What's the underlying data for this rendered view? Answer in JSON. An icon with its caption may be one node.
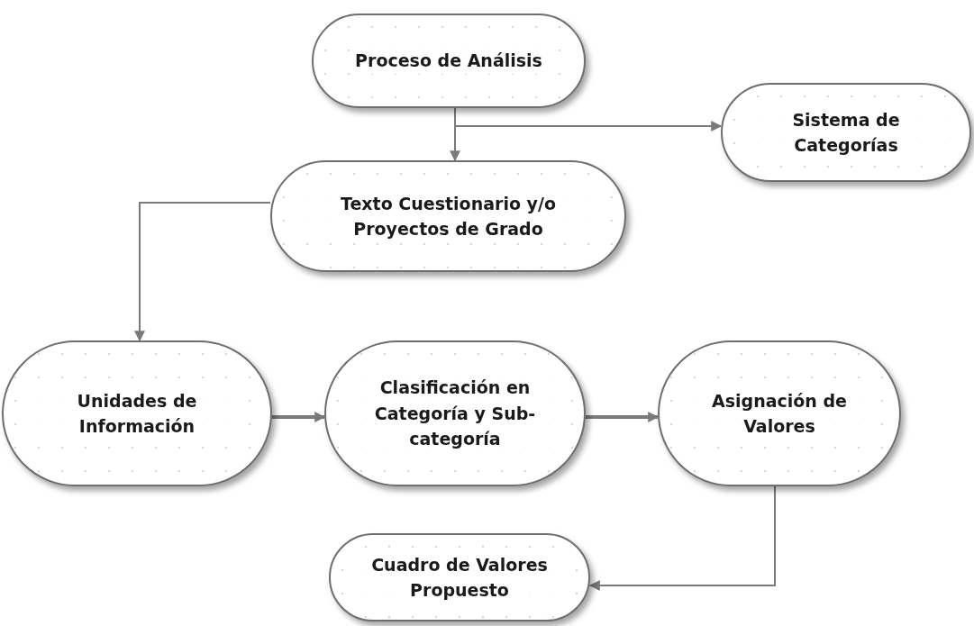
{
  "diagram": {
    "nodes": [
      {
        "text": [
          "Proceso de Análisis"
        ]
      },
      {
        "text": [
          "Sistema de Categorías"
        ]
      },
      {
        "text": [
          "Texto Cuestionario y/o Proyectos de Grado"
        ]
      },
      {
        "text": [
          "Unidades de Información"
        ]
      },
      {
        "text": [
          "Clasificación en Categoría y Sub-categoría"
        ]
      },
      {
        "text": [
          "Asignación de Valores"
        ]
      },
      {
        "text": [
          "Cuadro de Valores Propuesto"
        ]
      }
    ],
    "edges": [
      {
        "from": 0,
        "to": 2,
        "arrow": "to"
      },
      {
        "from": 0,
        "to": 1,
        "arrow": "to"
      },
      {
        "from": 2,
        "to": 3,
        "arrow": "to"
      },
      {
        "from": 3,
        "to": 4,
        "arrow": "to",
        "style": "thick"
      },
      {
        "from": 4,
        "to": 5,
        "arrow": "to",
        "style": "thick"
      },
      {
        "from": 5,
        "to": 6,
        "arrow": "to"
      }
    ]
  }
}
